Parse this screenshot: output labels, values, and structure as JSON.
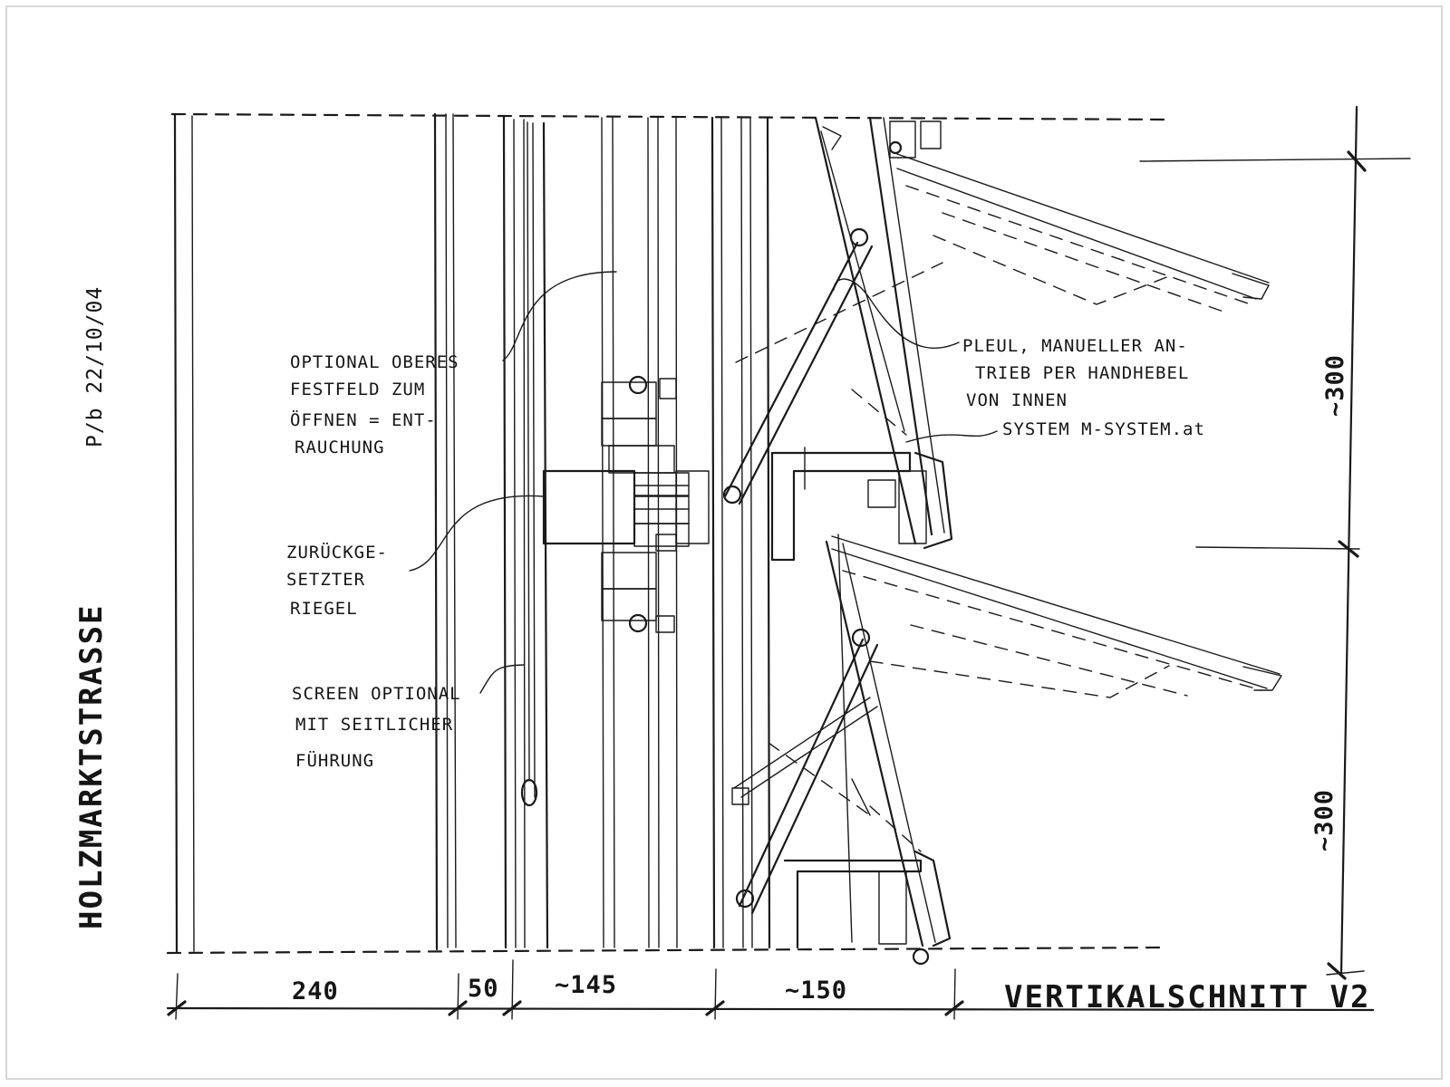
{
  "title": "VERTIKALSCHNITT V2",
  "street_name": "HOLZMARKTSTRASSE",
  "author_date": "P/b 22/10/04",
  "annotations": {
    "upper_fixed_field": [
      "OPTIONAL OBERES",
      "FESTFELD ZUM",
      "ÖFFNEN = ENT-",
      "RAUCHUNG"
    ],
    "set_back_bar": [
      "ZURÜCKGE-",
      "SETZTER",
      "RIEGEL"
    ],
    "screen": [
      "SCREEN OPTIONAL",
      "MIT SEITLICHER",
      "FÜHRUNG"
    ],
    "drive": [
      "PLEUL, MANUELLER AN-",
      "TRIEB PER HANDHEBEL",
      "VON INNEN",
      "SYSTEM M-SYSTEM.at"
    ]
  },
  "dimensions": {
    "horizontal": [
      "240",
      "50",
      "~145",
      "~150"
    ],
    "vertical": [
      "~300",
      "~300"
    ]
  }
}
